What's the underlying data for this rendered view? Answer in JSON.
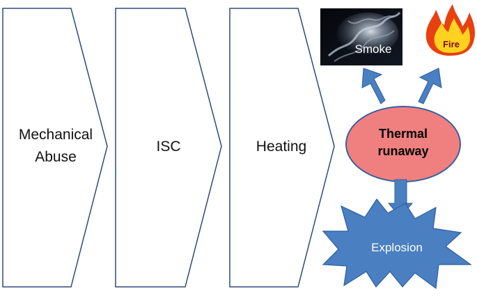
{
  "steps": {
    "mechanical_abuse": {
      "line1": "Mechanical",
      "line2": "Abuse"
    },
    "isc": {
      "label": "ISC"
    },
    "heating": {
      "label": "Heating"
    }
  },
  "thermal_runaway": {
    "line1": "Thermal",
    "line2": "runaway"
  },
  "outcomes": {
    "smoke": {
      "label": "Smoke"
    },
    "fire": {
      "label": "Fire"
    },
    "explosion": {
      "label": "Explosion"
    }
  },
  "colors": {
    "chevron_border": "#2e4a7a",
    "ellipse_fill": "#f08080",
    "ellipse_border": "#3a5f9a",
    "arrow_fill": "#4a7fc1",
    "explosion_fill": "#4a7fc1",
    "explosion_text": "#ffffff",
    "fire_outer": "#e84010",
    "fire_inner": "#ffd21f"
  },
  "icons": {
    "smoke": "smoke-image",
    "fire": "fire-icon",
    "explosion": "explosion-burst"
  }
}
